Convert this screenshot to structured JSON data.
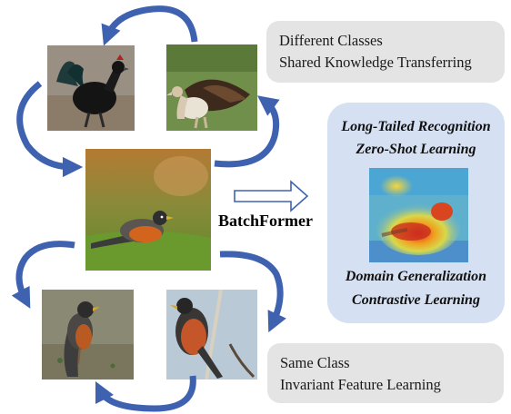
{
  "different_classes_box": {
    "line1": "Different Classes",
    "line2": "Shared Knowledge Transferring"
  },
  "same_class_box": {
    "line1": "Same Class",
    "line2": "Invariant Feature Learning"
  },
  "center_label": "BatchFormer",
  "tasks": {
    "top_line1": "Long-Tailed Recognition",
    "top_line2": "Zero-Shot Learning",
    "bottom_line1": "Domain Generalization",
    "bottom_line2": "Contrastive Learning"
  },
  "colors": {
    "cycle_arrow": "#3f62b0",
    "gray_box": "#e4e4e4",
    "tasks_panel": "#d5e0f2"
  },
  "icons": [
    "cycle-arrow-icon",
    "hollow-right-arrow-icon"
  ]
}
